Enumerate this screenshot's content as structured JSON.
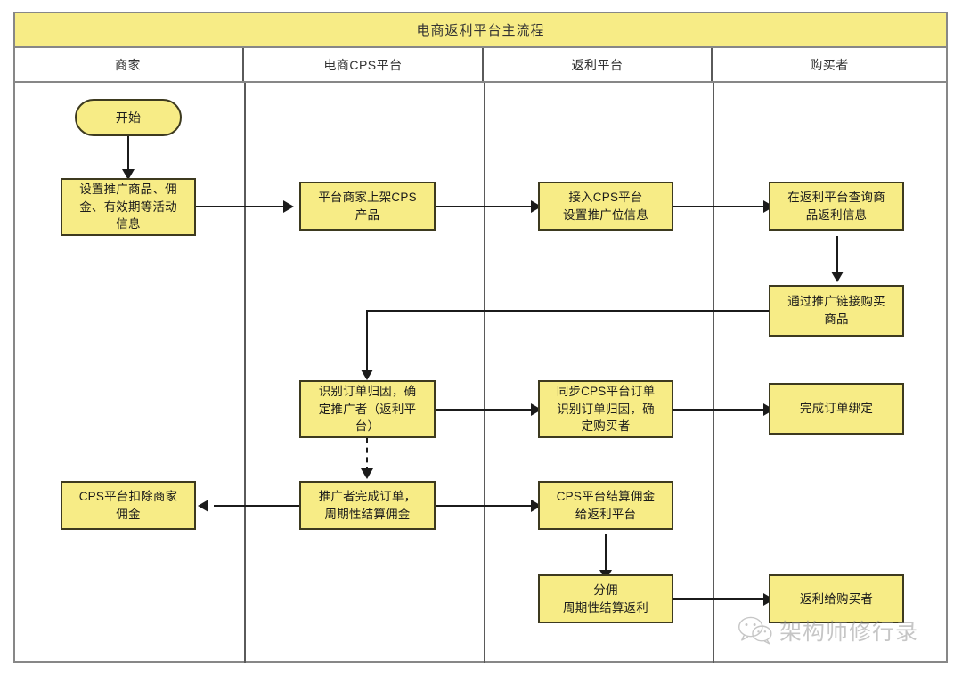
{
  "diagram": {
    "title": "电商返利平台主流程",
    "watermark": "架构师修行录",
    "watermark_icon": "wechat-icon",
    "colors": {
      "node_fill": "#F7EC86",
      "node_border": "#3D3A1F",
      "lane_border": "#5A5A5A",
      "pool_border": "#878787",
      "connector": "#1B1B1B",
      "title_fill": "#F7EC86"
    },
    "lanes": [
      {
        "id": "merchant",
        "label": "商家"
      },
      {
        "id": "cps",
        "label": "电商CPS平台"
      },
      {
        "id": "rebate",
        "label": "返利平台"
      },
      {
        "id": "buyer",
        "label": "购买者"
      }
    ],
    "nodes": [
      {
        "id": "start",
        "lane": "merchant",
        "shape": "stadium",
        "label": "开始"
      },
      {
        "id": "set-campaign",
        "lane": "merchant",
        "shape": "rect",
        "label": "设置推广商品、佣\n金、有效期等活动\n信息"
      },
      {
        "id": "list-cps-product",
        "lane": "cps",
        "shape": "rect",
        "label": "平台商家上架CPS\n产品"
      },
      {
        "id": "connect-cps",
        "lane": "rebate",
        "shape": "rect",
        "label": "接入CPS平台\n设置推广位信息"
      },
      {
        "id": "query-rebate",
        "lane": "buyer",
        "shape": "rect",
        "label": "在返利平台查询商\n品返利信息"
      },
      {
        "id": "buy-via-link",
        "lane": "buyer",
        "shape": "rect",
        "label": "通过推广链接购买\n商品"
      },
      {
        "id": "attribute-order",
        "lane": "cps",
        "shape": "rect",
        "label": "识别订单归因，确\n定推广者（返利平\n台）"
      },
      {
        "id": "sync-cps-order",
        "lane": "rebate",
        "shape": "rect",
        "label": "同步CPS平台订单\n识别订单归因，确\n定购买者"
      },
      {
        "id": "bind-order",
        "lane": "buyer",
        "shape": "rect",
        "label": "完成订单绑定"
      },
      {
        "id": "deduct-commission",
        "lane": "merchant",
        "shape": "rect",
        "label": "CPS平台扣除商家\n佣金"
      },
      {
        "id": "settle-commission",
        "lane": "cps",
        "shape": "rect",
        "label": "推广者完成订单，\n周期性结算佣金"
      },
      {
        "id": "pay-rebate-platform",
        "lane": "rebate",
        "shape": "rect",
        "label": "CPS平台结算佣金\n给返利平台"
      },
      {
        "id": "split-commission",
        "lane": "rebate",
        "shape": "rect",
        "label": "分佣\n周期性结算返利"
      },
      {
        "id": "rebate-to-buyer",
        "lane": "buyer",
        "shape": "rect",
        "label": "返利给购买者"
      }
    ],
    "edges": [
      {
        "from": "start",
        "to": "set-campaign",
        "style": "solid",
        "direction": "down"
      },
      {
        "from": "set-campaign",
        "to": "list-cps-product",
        "style": "solid",
        "direction": "right"
      },
      {
        "from": "list-cps-product",
        "to": "connect-cps",
        "style": "solid",
        "direction": "right"
      },
      {
        "from": "connect-cps",
        "to": "query-rebate",
        "style": "solid",
        "direction": "right"
      },
      {
        "from": "query-rebate",
        "to": "buy-via-link",
        "style": "solid",
        "direction": "down"
      },
      {
        "from": "buy-via-link",
        "to": "attribute-order",
        "style": "solid",
        "direction": "left-down"
      },
      {
        "from": "attribute-order",
        "to": "sync-cps-order",
        "style": "solid",
        "direction": "right"
      },
      {
        "from": "sync-cps-order",
        "to": "bind-order",
        "style": "solid",
        "direction": "right"
      },
      {
        "from": "attribute-order",
        "to": "settle-commission",
        "style": "dashed",
        "direction": "down"
      },
      {
        "from": "settle-commission",
        "to": "deduct-commission",
        "style": "solid",
        "direction": "left"
      },
      {
        "from": "settle-commission",
        "to": "pay-rebate-platform",
        "style": "solid",
        "direction": "right"
      },
      {
        "from": "pay-rebate-platform",
        "to": "split-commission",
        "style": "solid",
        "direction": "down"
      },
      {
        "from": "split-commission",
        "to": "rebate-to-buyer",
        "style": "solid",
        "direction": "right"
      }
    ]
  }
}
